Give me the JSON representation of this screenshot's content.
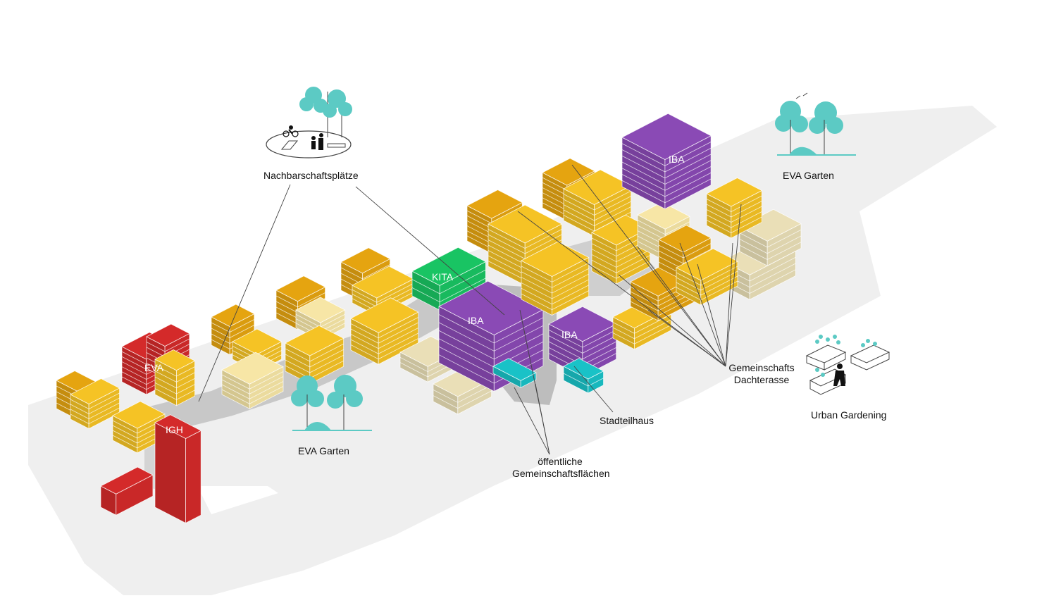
{
  "labels": {
    "nachbarschaftsplaetze": "Nachbarschaftsplätze",
    "eva_garten_top": "EVA Garten",
    "eva_garten_bottom": "EVA Garten",
    "gemeinschafts_line1": "Gemeinschafts",
    "gemeinschafts_line2": "Dachterasse",
    "urban_gardening": "Urban Gardening",
    "stadtteilhaus": "Stadteilhaus",
    "oeffentliche_line1": "öffentliche",
    "oeffentliche_line2": "Gemeinschaftsflächen"
  },
  "building_tags": {
    "kita": "KITA",
    "iba_top": "IBA",
    "iba_center": "IBA",
    "iba_right": "IBA",
    "igh": "IGH",
    "eva": "EVA"
  },
  "colors": {
    "ground": "#efefef",
    "plaza": "#c9c9c9",
    "yellow": "#f5c325",
    "ochre": "#e5a410",
    "pale_yellow": "#f7e6a6",
    "beige": "#eadfb7",
    "red": "#d42a2a",
    "purple": "#8a4ab5",
    "green": "#19c463",
    "teal": "#19c2c7",
    "tree": "#5ccac4",
    "leader_line": "#444444"
  }
}
